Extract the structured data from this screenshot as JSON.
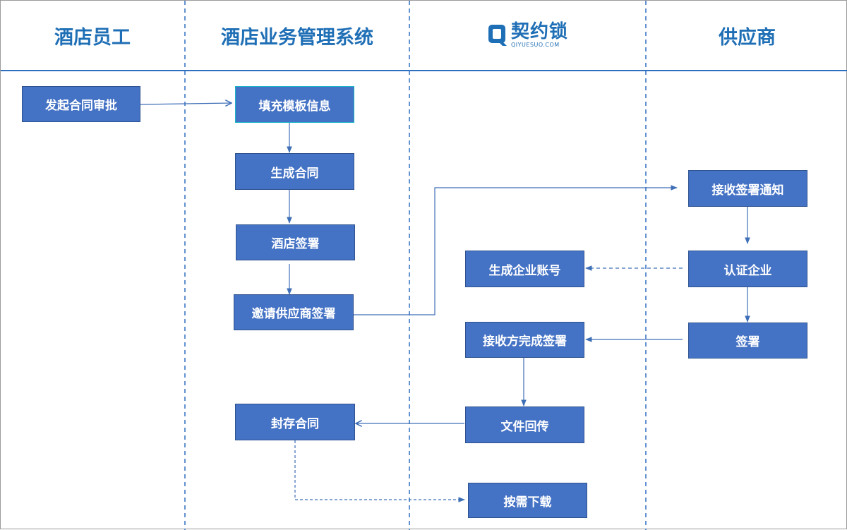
{
  "lanes": {
    "employee": "酒店员工",
    "system": "酒店业务管理系统",
    "qiyuesuo_cn": "契约锁",
    "qiyuesuo_en": "QIYUESUO.COM",
    "supplier": "供应商"
  },
  "steps": {
    "initiate": "发起合同审批",
    "fill": "填充模板信息",
    "generate": "生成合同",
    "hotel_sign": "酒店签署",
    "invite": "邀请供应商签署",
    "receive_notice": "接收签署通知",
    "gen_account": "生成企业账号",
    "verify": "认证企业",
    "receiver_done": "接收方完成签署",
    "sign": "签署",
    "return_file": "文件回传",
    "archive": "封存合同",
    "download": "按需下载"
  },
  "colors": {
    "title": "#1f6fb6",
    "box_fill": "#4472c4",
    "line": "#3f6fb6",
    "divider": "#2f6fc0"
  }
}
